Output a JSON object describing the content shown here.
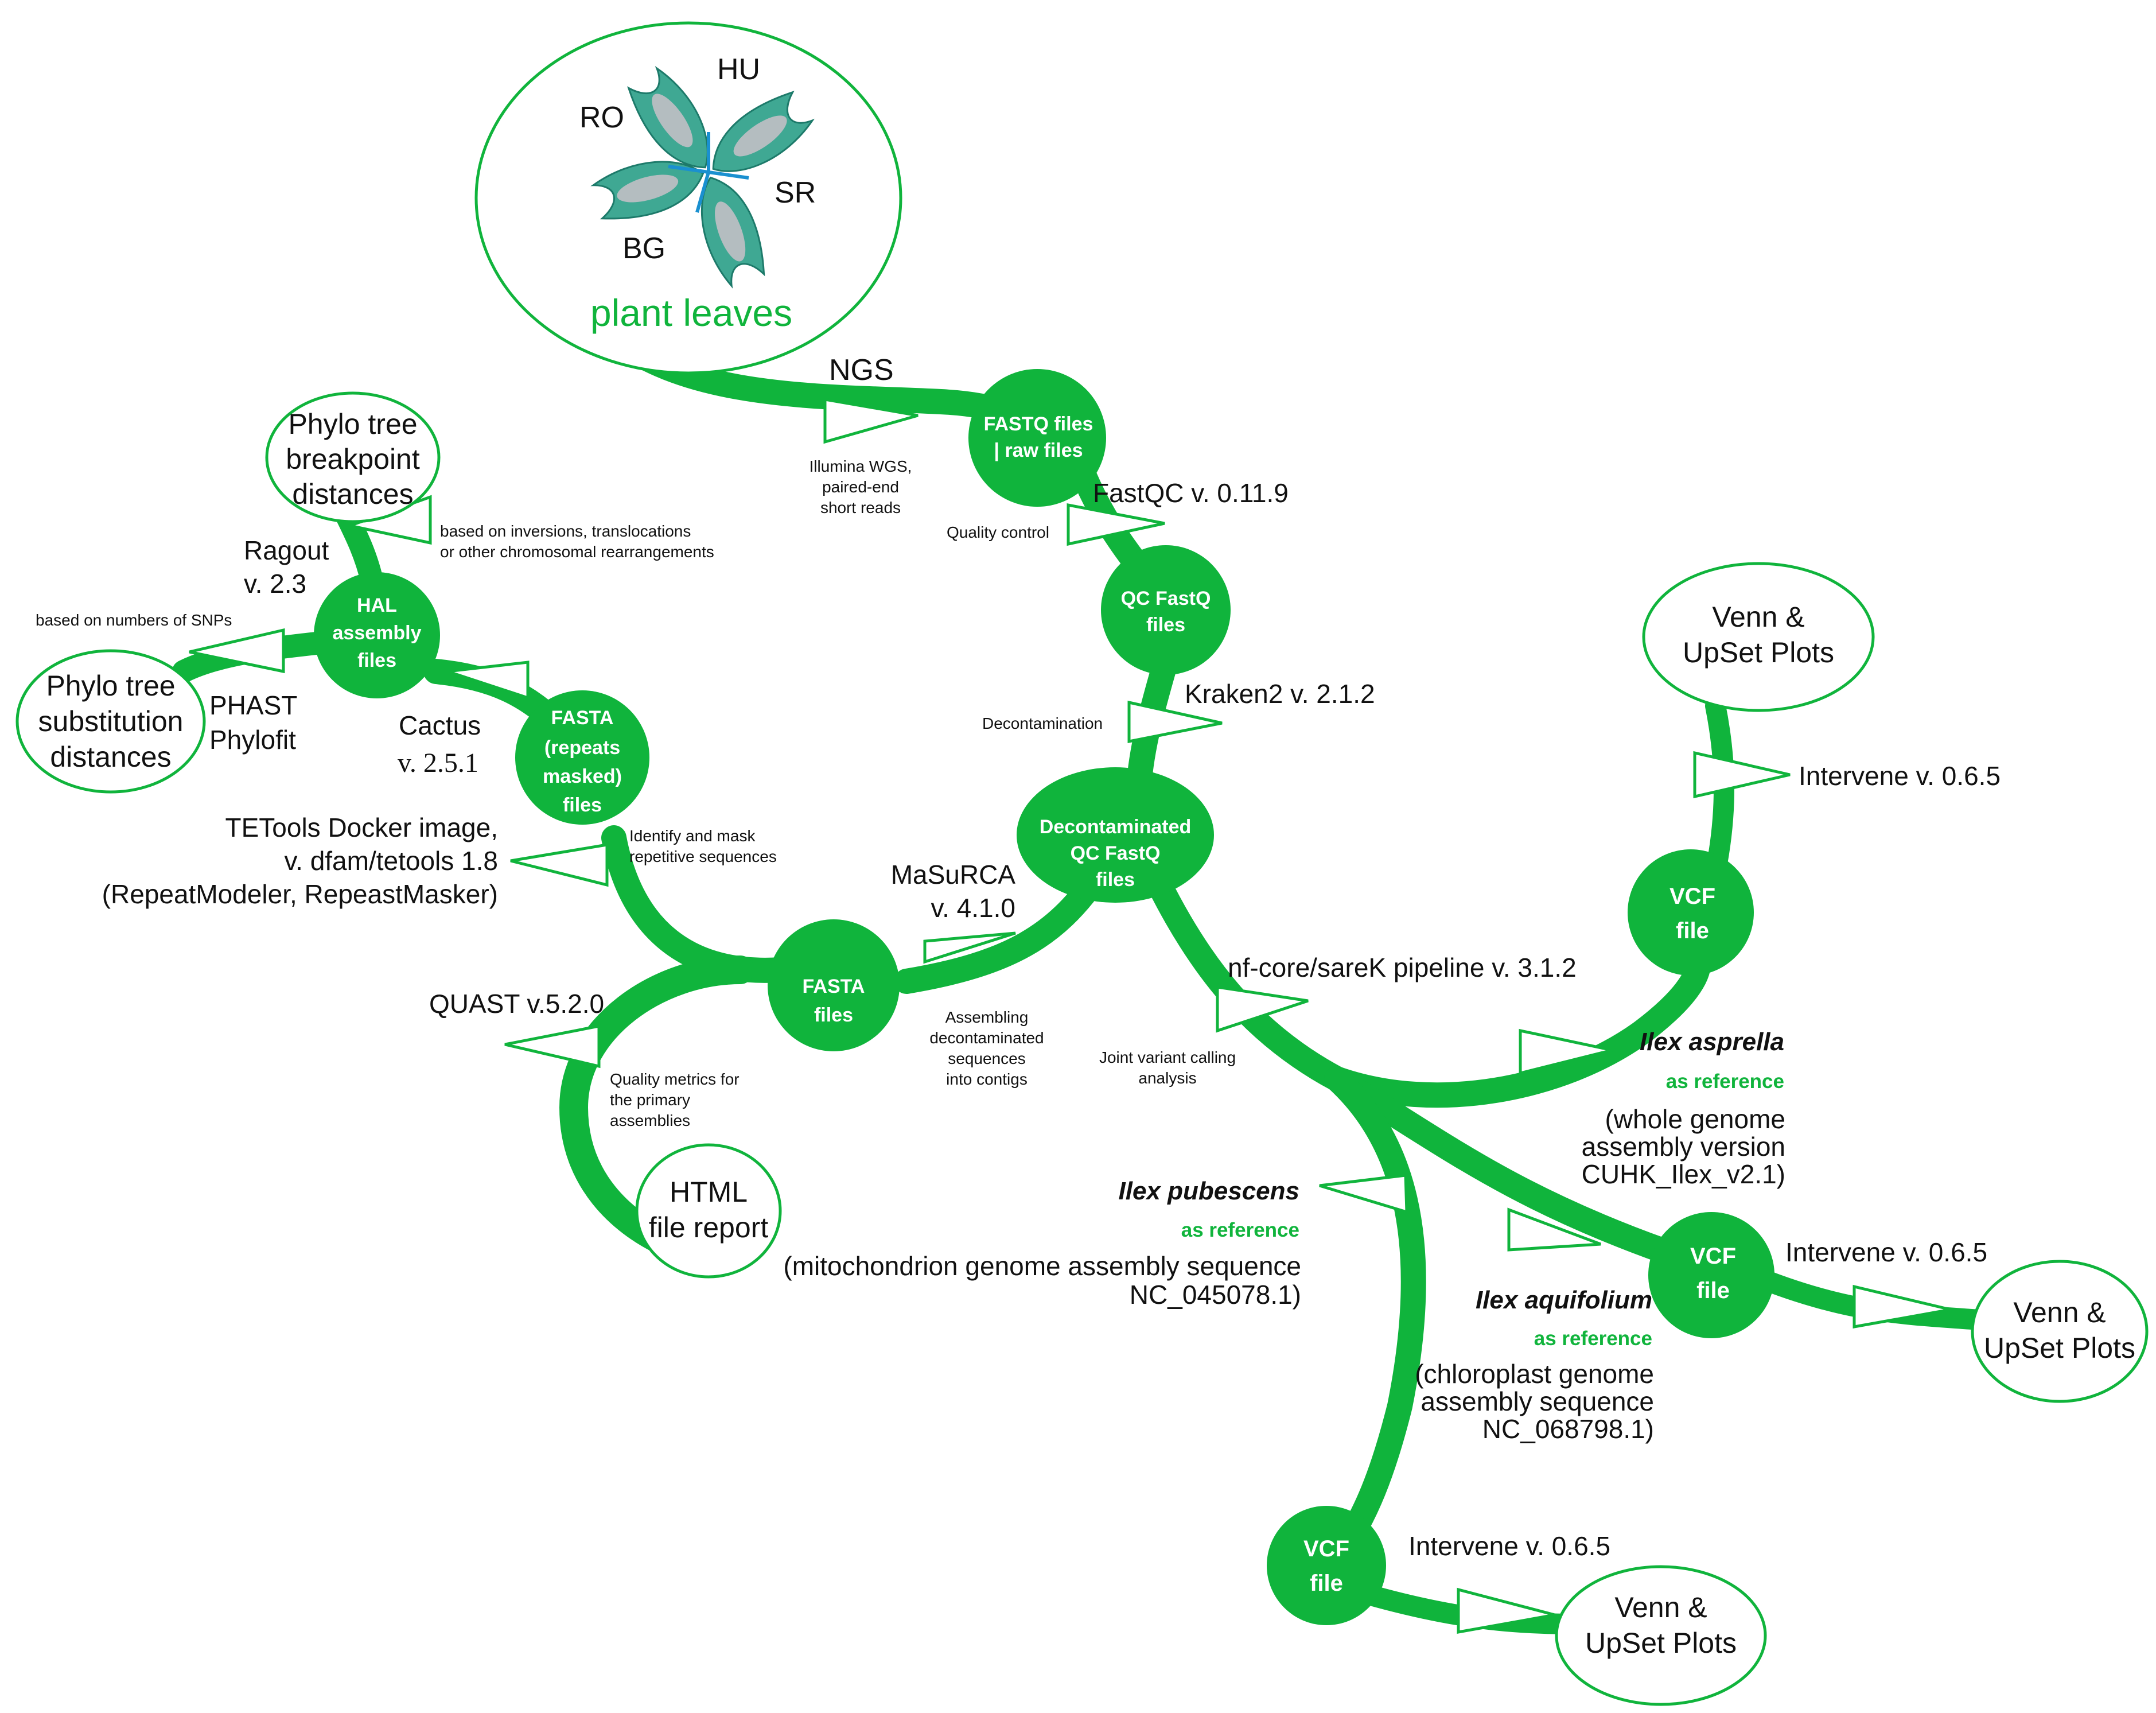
{
  "colors": {
    "accent": "#10b43c",
    "line": "#10b43c",
    "text": "#111111",
    "background": "#ffffff"
  },
  "nodes": {
    "plant": {
      "label": "plant leaves",
      "sites": [
        "RO",
        "HU",
        "SR",
        "BG"
      ]
    },
    "fastq_raw": [
      "FASTQ files",
      "| raw files"
    ],
    "qc_fastq": [
      "QC FastQ",
      "files"
    ],
    "decon": [
      "Decontaminated",
      "QC FastQ",
      "files"
    ],
    "fasta": [
      "FASTA",
      "files"
    ],
    "fasta_masked": [
      "FASTA",
      "(repeats",
      "masked)",
      "files"
    ],
    "hal": [
      "HAL",
      "assembly",
      "files"
    ],
    "vcf_asprella": [
      "VCF",
      "file"
    ],
    "vcf_aquifolium": [
      "VCF",
      "file"
    ],
    "vcf_pubescens": [
      "VCF",
      "file"
    ]
  },
  "outputs": {
    "phylo_breakpoint": [
      "Phylo tree",
      "breakpoint",
      "distances"
    ],
    "phylo_substitution": [
      "Phylo tree",
      "substitution",
      "distances"
    ],
    "html_report": [
      "HTML",
      "file report"
    ],
    "venn_asprella": [
      "Venn &",
      "UpSet Plots"
    ],
    "venn_aquifolium": [
      "Venn &",
      "UpSet Plots"
    ],
    "venn_pubescens": [
      "Venn &",
      "UpSet Plots"
    ]
  },
  "tools": {
    "ngs": "NGS",
    "fastqc": "FastQC  v. 0.11.9",
    "kraken": "Kraken2 v. 2.1.2",
    "masurca": [
      "MaSuRCA",
      "v. 4.1.0"
    ],
    "tetools": [
      "TETools Docker image,",
      "v. dfam/tetools 1.8",
      "(RepeatModeler, RepeastMasker)"
    ],
    "cactus": [
      "Cactus",
      "v. 2.5.1"
    ],
    "ragout": [
      "Ragout",
      "v. 2.3"
    ],
    "phast": [
      "PHAST",
      "Phylofit"
    ],
    "quast": "QUAST v.5.2.0",
    "sarek": "nf-core/sareK pipeline v. 3.1.2",
    "intervene_asprella": "Intervene v. 0.6.5",
    "intervene_aquifolium": "Intervene v. 0.6.5",
    "intervene_pubescens": "Intervene v. 0.6.5"
  },
  "notes": {
    "illumina": [
      "Illumina WGS,",
      "paired-end",
      "short reads"
    ],
    "quality_control": "Quality control",
    "decontamination": "Decontamination",
    "assembling": [
      "Assembling",
      "decontaminated",
      "sequences",
      "into contigs"
    ],
    "identify_mask": [
      "Identify and mask",
      "repetitive sequences"
    ],
    "quality_metrics": [
      "Quality metrics for",
      "the primary",
      "assemblies"
    ],
    "rearrangements": [
      "based on inversions, translocations",
      "or other chromosomal rearrangements"
    ],
    "snps": "based on numbers of SNPs",
    "joint_variant": [
      "Joint variant calling",
      "analysis"
    ]
  },
  "references": {
    "asprella": {
      "species": "Ilex asprella",
      "tag": "as reference",
      "desc": [
        "(whole genome",
        "assembly version",
        "CUHK_Ilex_v2.1)"
      ]
    },
    "pubescens": {
      "species": "Ilex pubescens",
      "tag": "as reference",
      "desc": [
        "(mitochondrion genome assembly sequence",
        "NC_045078.1)"
      ]
    },
    "aquifolium": {
      "species": "Ilex aquifolium",
      "tag": "as reference",
      "desc": [
        "(chloroplast genome",
        "assembly sequence",
        "NC_068798.1)"
      ]
    }
  }
}
